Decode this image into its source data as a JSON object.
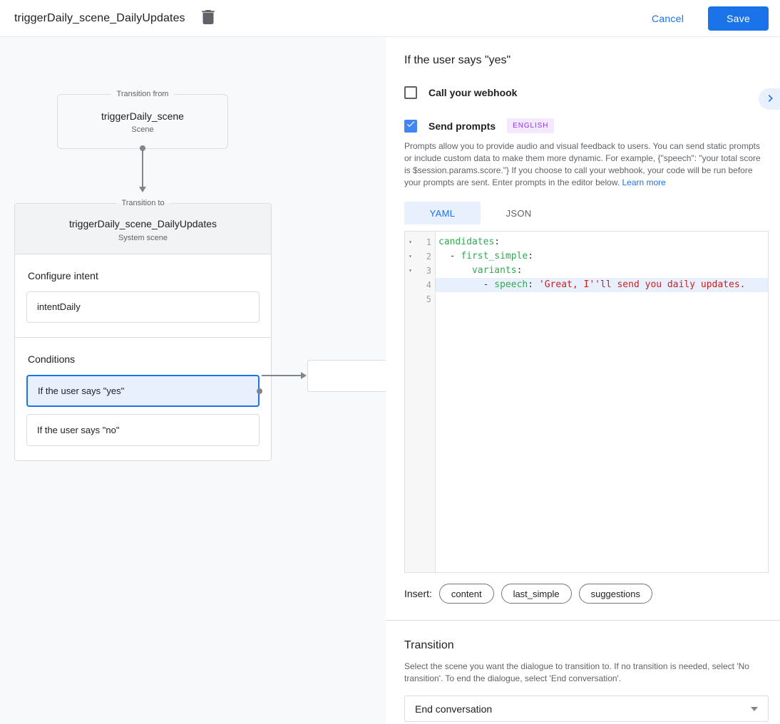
{
  "topbar": {
    "title": "triggerDaily_scene_DailyUpdates",
    "cancel_label": "Cancel",
    "save_label": "Save"
  },
  "diagram": {
    "from_box": {
      "legend": "Transition from",
      "title": "triggerDaily_scene",
      "subtitle": "Scene"
    },
    "to_box": {
      "legend": "Transition to",
      "title": "triggerDaily_scene_DailyUpdates",
      "subtitle": "System scene"
    },
    "configure_intent": {
      "heading": "Configure intent",
      "value": "intentDaily"
    },
    "conditions": {
      "heading": "Conditions",
      "items": [
        {
          "label": "If the user says \"yes\"",
          "selected": true
        },
        {
          "label": "If the user says \"no\"",
          "selected": false
        }
      ]
    }
  },
  "panel": {
    "title": "If the user says \"yes\"",
    "webhook": {
      "label": "Call your webhook",
      "checked": false
    },
    "prompts": {
      "label": "Send prompts",
      "checked": true,
      "badge": "ENGLISH"
    },
    "description": "Prompts allow you to provide audio and visual feedback to users. You can send static prompts or include custom data to make them more dynamic. For example, {\"speech\": \"your total score is $session.params.score.\"} If you choose to call your webhook, your code will be run before your prompts are sent. Enter prompts in the editor below. ",
    "learn_more": "Learn more",
    "tabs": [
      {
        "label": "YAML",
        "active": true
      },
      {
        "label": "JSON",
        "active": false
      }
    ],
    "code": {
      "gutter": [
        "1",
        "2",
        "3",
        "4",
        "5"
      ],
      "fold_icon": "▾",
      "line1": {
        "key": "candidates",
        "punct": ":"
      },
      "line2": {
        "pre": "  - ",
        "key": "first_simple",
        "punct": ":"
      },
      "line3": {
        "pre": "      ",
        "key": "variants",
        "punct": ":"
      },
      "line4": {
        "pre": "        - ",
        "key": "speech",
        "punct": ": ",
        "str": "'Great, I''ll send you daily updates."
      },
      "line5": {
        "text": ""
      }
    },
    "insert": {
      "label": "Insert:",
      "chips": [
        "content",
        "last_simple",
        "suggestions"
      ]
    },
    "transition": {
      "heading": "Transition",
      "description": "Select the scene you want the dialogue to transition to. If no transition is needed, select 'No transition'. To end the dialogue, select 'End conversation'.",
      "dropdown_value": "End conversation"
    }
  },
  "colors": {
    "accent_blue": "#1a73e8",
    "checkbox_blue": "#4285f4",
    "selection_bg": "#e8f0fe",
    "badge_bg": "#f3e8fd",
    "badge_text": "#9334e6",
    "code_key": "#34a853",
    "code_string": "#c5221f",
    "canvas_bg": "#f8f9fa",
    "border": "#dadce0"
  }
}
